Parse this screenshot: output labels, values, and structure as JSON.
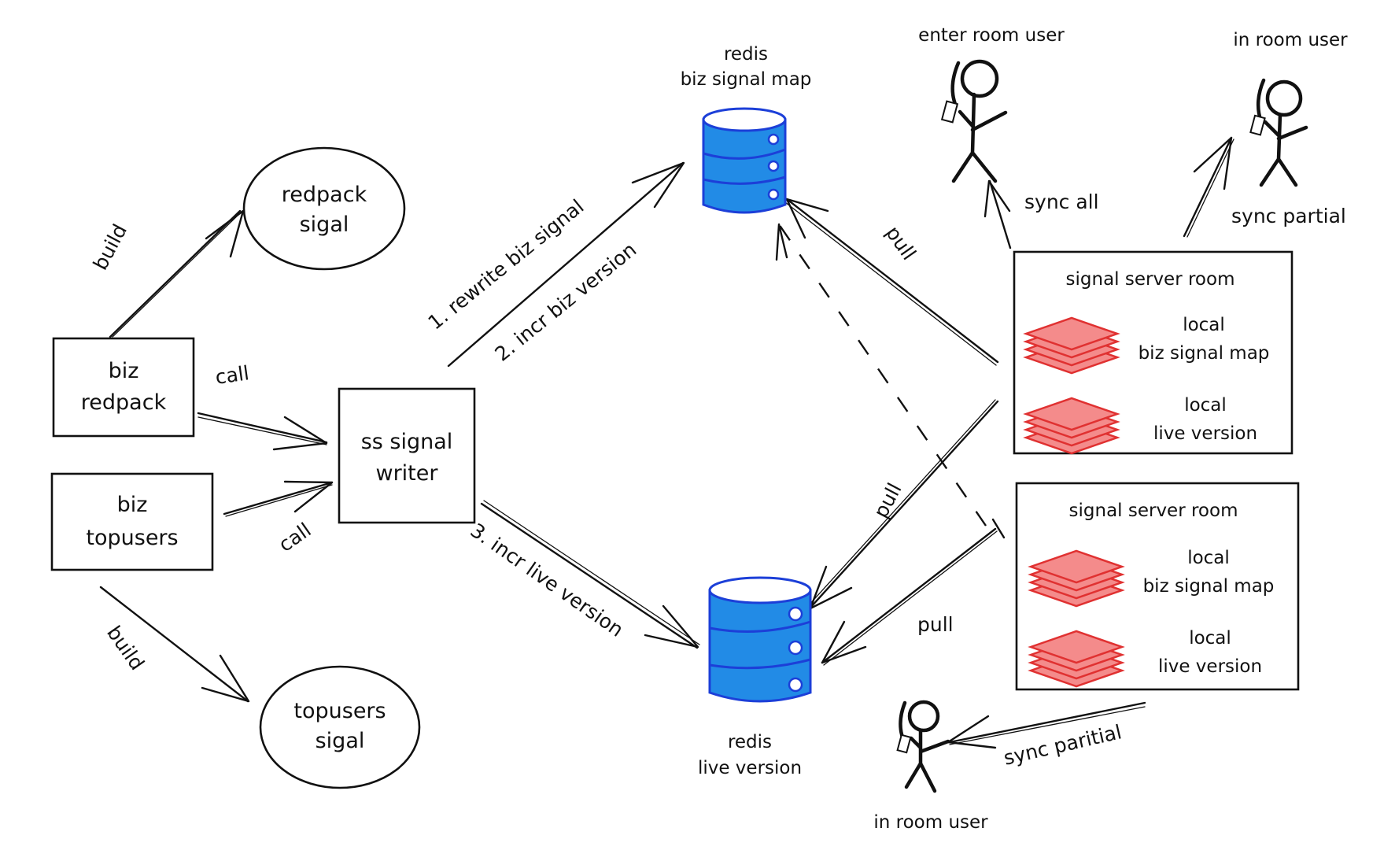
{
  "colors": {
    "stroke": "#111111",
    "redis_fill": "#228be6",
    "redis_stroke": "#1c3fd8",
    "layer_fill": "#f48b8b",
    "layer_stroke": "#e03131",
    "background": "#ffffff"
  },
  "nodes": {
    "biz_redpack": {
      "line1": "biz",
      "line2": "redpack"
    },
    "biz_topusers": {
      "line1": "biz",
      "line2": "topusers"
    },
    "redpack_signal": {
      "line1": "redpack",
      "line2": "sigal"
    },
    "topusers_signal": {
      "line1": "topusers",
      "line2": "sigal"
    },
    "ss_signal_writer": {
      "line1": "ss signal",
      "line2": "writer"
    },
    "redis_biz": {
      "line1": "redis",
      "line2": "biz signal map",
      "icon": "database-icon"
    },
    "redis_live": {
      "line1": "redis",
      "line2": "live version",
      "icon": "database-icon"
    },
    "server_room_1": {
      "title": "signal server room",
      "items": [
        {
          "line1": "local",
          "line2": "biz signal map",
          "icon": "layers-icon"
        },
        {
          "line1": "local",
          "line2": "live version",
          "icon": "layers-icon"
        }
      ]
    },
    "server_room_2": {
      "title": "signal server room",
      "items": [
        {
          "line1": "local",
          "line2": "biz signal map",
          "icon": "layers-icon"
        },
        {
          "line1": "local",
          "line2": "live version",
          "icon": "layers-icon"
        }
      ]
    },
    "enter_room_user": {
      "label": "enter room user",
      "icon": "stick-figure-icon"
    },
    "in_room_user_top": {
      "label": "in room user",
      "icon": "stick-figure-icon"
    },
    "in_room_user_bottom": {
      "label": "in room user",
      "icon": "stick-figure-icon"
    }
  },
  "edges": {
    "build_redpack": "build",
    "build_topusers": "build",
    "call_redpack": "call",
    "call_topusers": "call",
    "rewrite_biz_signal": "1. rewrite biz signal",
    "incr_biz_version": "2. incr biz version",
    "incr_live_version": "3. incr live version",
    "pull_1": "pull",
    "pull_2": "pull",
    "pull_3": "pull",
    "sync_all": "sync all",
    "sync_partial": "sync partial",
    "sync_paritial": "sync paritial"
  }
}
